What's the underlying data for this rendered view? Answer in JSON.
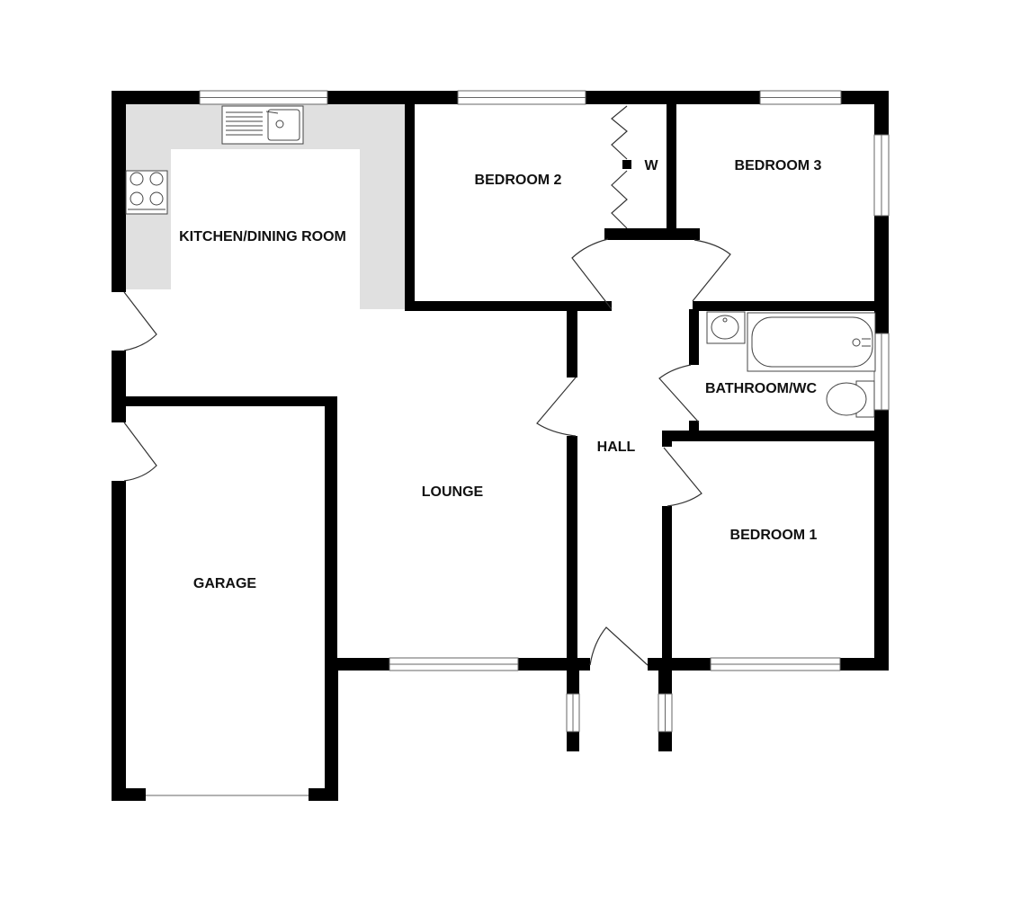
{
  "colors": {
    "wall": "#000000",
    "kitchen_units": "#e0e0e0",
    "background": "#ffffff",
    "window_fill": "#ffffff",
    "window_line": "#666666",
    "fixture_line": "#444444"
  },
  "rooms": {
    "kitchen": "KITCHEN/DINING ROOM",
    "bedroom2": "BEDROOM 2",
    "wardrobe": "W",
    "bedroom3": "BEDROOM 3",
    "bathroom": "BATHROOM/WC",
    "hall": "HALL",
    "lounge": "LOUNGE",
    "bedroom1": "BEDROOM 1",
    "garage": "GARAGE"
  }
}
